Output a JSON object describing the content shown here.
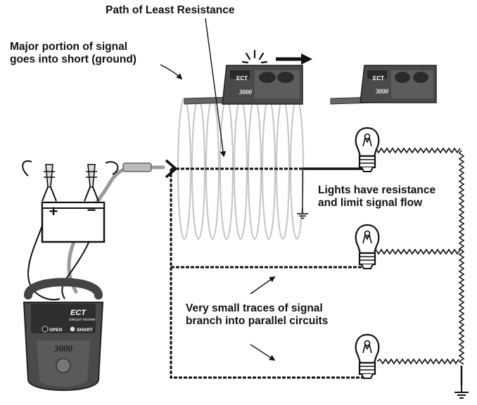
{
  "labels": {
    "path_title": "Path of Least Resistance",
    "major_line1": "Major portion of signal",
    "major_line2": "goes into short (ground)",
    "lights_line1": "Lights have resistance",
    "lights_line2": "and limit signal flow",
    "traces_line1": "Very small traces of signal",
    "traces_line2": "branch into parallel circuits"
  },
  "battery": {
    "plus": "+",
    "minus": "−"
  },
  "tester": {
    "title": "ECT",
    "subtitle": "CIRCUIT TESTER",
    "open_label": "OPEN",
    "short_label": "SHORT",
    "model": "3000"
  },
  "receiver": {
    "title": "ECT",
    "model": "3000"
  },
  "colors": {
    "ink": "#111111",
    "wire_gray": "#9a9a9a",
    "coil": "#c4c4c4",
    "device_dark": "#3a3a3a",
    "device_mid": "#5c5c5c"
  }
}
